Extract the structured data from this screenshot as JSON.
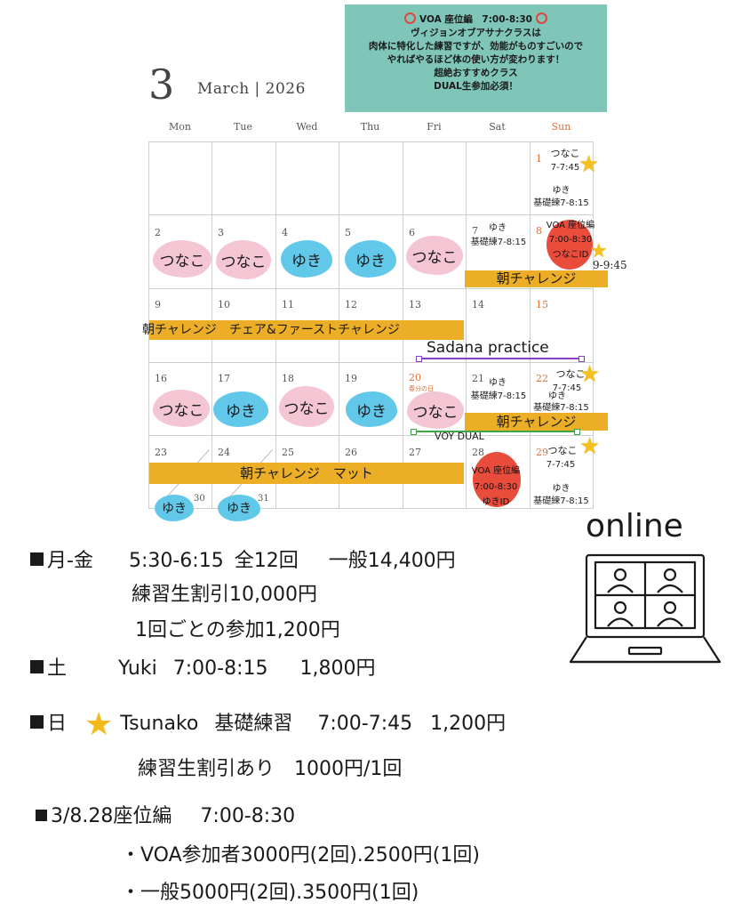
{
  "banner": {
    "title": "VOA 座位編　7:00-8:30",
    "lines": [
      "ヴィジョンオブアサナクラスは",
      "肉体に特化した練習ですが、効能がものすごいので",
      "やればやるほど体の使い方が変わります！",
      "超絶おすすめクラス",
      "DUAL生参加必須！"
    ]
  },
  "header": {
    "month_number": "3",
    "month_label": "March | 2026"
  },
  "weekdays": [
    "Mon",
    "Tue",
    "Wed",
    "Thu",
    "Fri",
    "Sat",
    "Sun"
  ],
  "calendar": {
    "days": [
      "1",
      "2",
      "3",
      "4",
      "5",
      "6",
      "7",
      "8",
      "9",
      "10",
      "11",
      "12",
      "13",
      "14",
      "15",
      "16",
      "17",
      "18",
      "19",
      "20",
      "21",
      "22",
      "23",
      "24",
      "25",
      "26",
      "27",
      "28",
      "29",
      "30",
      "31"
    ],
    "holiday_20": "春分の日",
    "wk1": {
      "sun_a": "つなこ",
      "sun_a_time": "7-7:45",
      "sun_b": "ゆき",
      "sun_b_time": "基礎練7-8:15"
    },
    "wk2": {
      "mon": "つなこ",
      "tue": "つなこ",
      "wed": "ゆき",
      "thu": "ゆき",
      "fri": "つなこ",
      "sat_a": "ゆき",
      "sat_b": "基礎練7-8:15",
      "sun_a": "VOA 座位編",
      "sun_b": "7:00-8:30",
      "sun_c": "つなこID",
      "sun_extra": "9-9:45",
      "band": "朝チャレンジ"
    },
    "wk3": {
      "band": "朝チャレンジ　チェア&ファーストチャレンジ",
      "sadana": "Sadana practice"
    },
    "wk4": {
      "mon": "つなこ",
      "tue": "ゆき",
      "wed": "つなこ",
      "thu": "ゆき",
      "fri": "つなこ",
      "sat_a": "ゆき",
      "sat_b": "基礎練7-8:15",
      "sun_a": "つなこ",
      "sun_a_time": "7-7:45",
      "sun_b": "ゆき",
      "sun_b_time": "基礎練7-8:15",
      "band": "朝チャレンジ",
      "dual": "VOY DUAL"
    },
    "wk5": {
      "band": "朝チャレンジ　マット",
      "sat_a": "VOA 座位編",
      "sat_b": "7:00-8:30",
      "sat_c": "ゆきID",
      "sun_a": "つなこ",
      "sun_a_time": "7-7:45",
      "sun_b": "ゆき",
      "sun_b_time": "基礎練7-8:15"
    },
    "wk6": {
      "mon": "ゆき",
      "tue": "ゆき"
    }
  },
  "online_label": "online",
  "info": {
    "weekday": {
      "label": "月-金",
      "time": "5:30-6:15",
      "count": "全12回",
      "price": "一般14,400円",
      "student": "練習生割引10,000円",
      "single": "1回ごとの参加1,200円"
    },
    "saturday": {
      "label": "土",
      "teacher": "Yuki",
      "time": "7:00-8:15",
      "price": "1,800円"
    },
    "sunday": {
      "label": "日",
      "teacher": "Tsunako",
      "class": "基礎練習",
      "time": "7:00-7:45",
      "price": "1,200円",
      "student": "練習生割引あり　1000円/1回"
    },
    "special": {
      "label": "3/8.28座位編",
      "time": "7:00-8:30",
      "voa": "・VOA参加者3000円(2回).2500円(1回)",
      "general": "・一般5000円(2回).3500円(1回)"
    }
  },
  "colors": {
    "banner": "#7fc6b8",
    "pink": "#f4c6d4",
    "blue": "#62c8ea",
    "red": "#ea4c3c",
    "band": "#ecae26",
    "star": "#f4c120",
    "sunday": "#d9703a"
  }
}
